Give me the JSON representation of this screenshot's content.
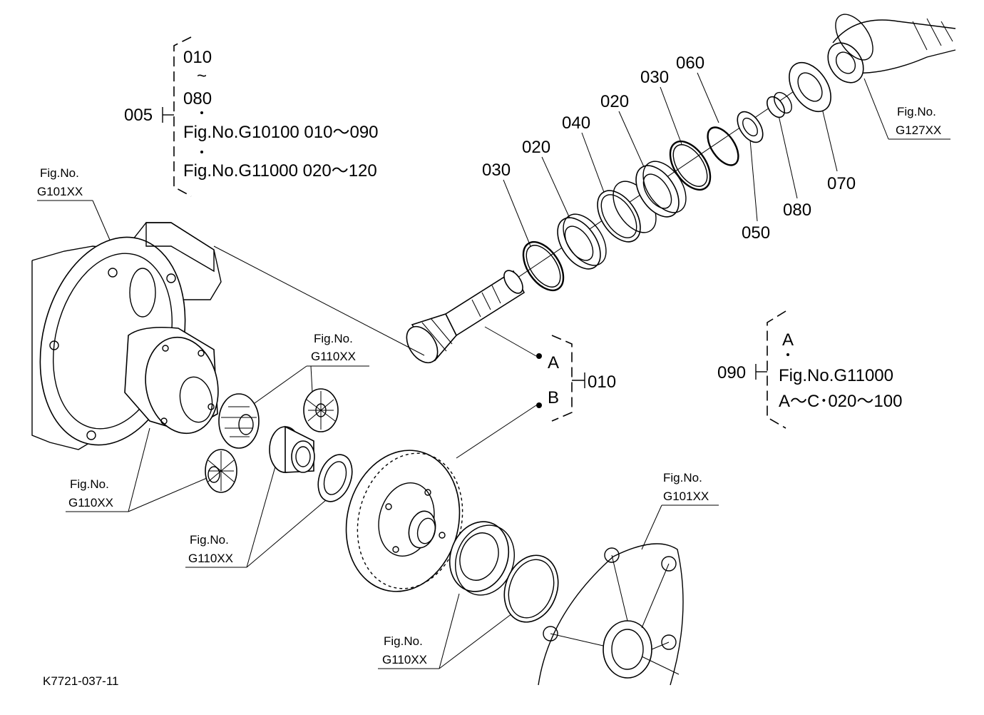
{
  "callouts": {
    "c005": "005",
    "c010_left": "010",
    "c090": "090",
    "c030_a": "030",
    "c020_a": "020",
    "c040": "040",
    "c020_b": "020",
    "c030_b": "030",
    "c060": "060",
    "c050": "050",
    "c080": "080",
    "c070": "070"
  },
  "note_005": {
    "line1": "010",
    "tilde": "~",
    "line2": "080",
    "line3": "Fig.No.G10100  010～090",
    "line4": "Fig.No.G11000  020～120"
  },
  "note_010": {
    "a": "A",
    "b": "B"
  },
  "note_090": {
    "line1": "A",
    "line2": "Fig.No.G11000",
    "line3": "A～C･020～100"
  },
  "figrefs": {
    "g101_top": {
      "a": "Fig.No.",
      "b": "G101XX"
    },
    "g110_top": {
      "a": "Fig.No.",
      "b": "G110XX"
    },
    "g127": {
      "a": "Fig.No.",
      "b": "G127XX"
    },
    "g110_left": {
      "a": "Fig.No.",
      "b": "G110XX"
    },
    "g110_mid": {
      "a": "Fig.No.",
      "b": "G110XX"
    },
    "g101_bottom": {
      "a": "Fig.No.",
      "b": "G101XX"
    },
    "g110_bottom": {
      "a": "Fig.No.",
      "b": "G110XX"
    }
  },
  "drawing_code": "K7721-037-11"
}
